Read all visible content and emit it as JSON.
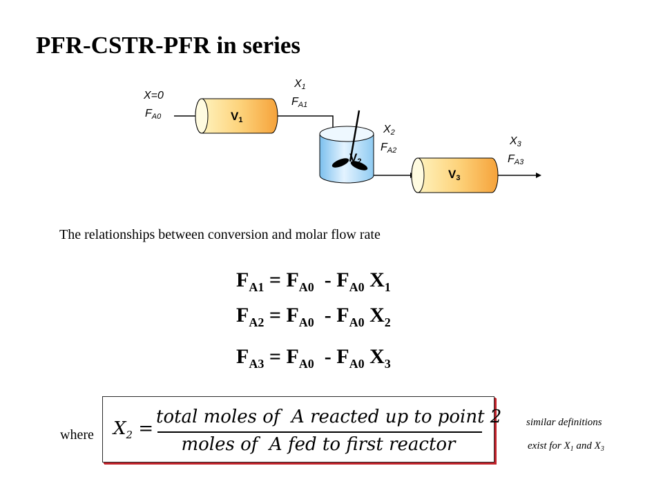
{
  "title": "PFR-CSTR-PFR in series",
  "diagram": {
    "x0": "X=0",
    "fa0": {
      "base": "F",
      "sub": "A0"
    },
    "x1": {
      "base": "X",
      "sub": "1"
    },
    "fa1": {
      "base": "F",
      "sub": "A1"
    },
    "x2": {
      "base": "X",
      "sub": "2"
    },
    "fa2": {
      "base": "F",
      "sub": "A2"
    },
    "x3": {
      "base": "X",
      "sub": "3"
    },
    "fa3": {
      "base": "F",
      "sub": "A3"
    },
    "v1": {
      "base": "V",
      "sub": "1"
    },
    "v2": {
      "base": "V",
      "sub": "2"
    },
    "v3": {
      "base": "V",
      "sub": "3"
    },
    "colors": {
      "pfr_light": "#fff8c8",
      "pfr_dark": "#f5a23a",
      "cstr_light": "#e4f3ff",
      "cstr_dark": "#7cc0ee",
      "accent": "#c2232b"
    }
  },
  "intro_text": "The relationships between conversion and molar flow rate",
  "equations": [
    {
      "lhs": "F",
      "lhs_sub": "A1",
      "eq": " = ",
      "fa0": "F",
      "fa0_sub": "A0",
      "minus": "  - ",
      "fa0b": "F",
      "fa0b_sub": "A0",
      "x": " X",
      "x_sub": "1"
    },
    {
      "lhs": "F",
      "lhs_sub": "A2",
      "eq": " = ",
      "fa0": "F",
      "fa0_sub": "A0",
      "minus": "  - ",
      "fa0b": "F",
      "fa0b_sub": "A0",
      "x": " X",
      "x_sub": "2"
    },
    {
      "lhs": "F",
      "lhs_sub": "A3",
      "eq": " = ",
      "fa0": "F",
      "fa0_sub": "A0",
      "minus": "  - ",
      "fa0b": "F",
      "fa0b_sub": "A0",
      "x": " X",
      "x_sub": "3"
    }
  ],
  "where_label": "where",
  "definition": {
    "lhs": "X",
    "lhs_sub": "2",
    "equals": " =",
    "numerator": "total moles of  A reacted up to point 2",
    "denominator": "moles of  A fed to first reactor"
  },
  "side_note": {
    "line1": "similar definitions",
    "line2_prefix": "exist for X",
    "line2_sub1": "1",
    "line2_mid": " and X",
    "line2_sub2": "3"
  }
}
